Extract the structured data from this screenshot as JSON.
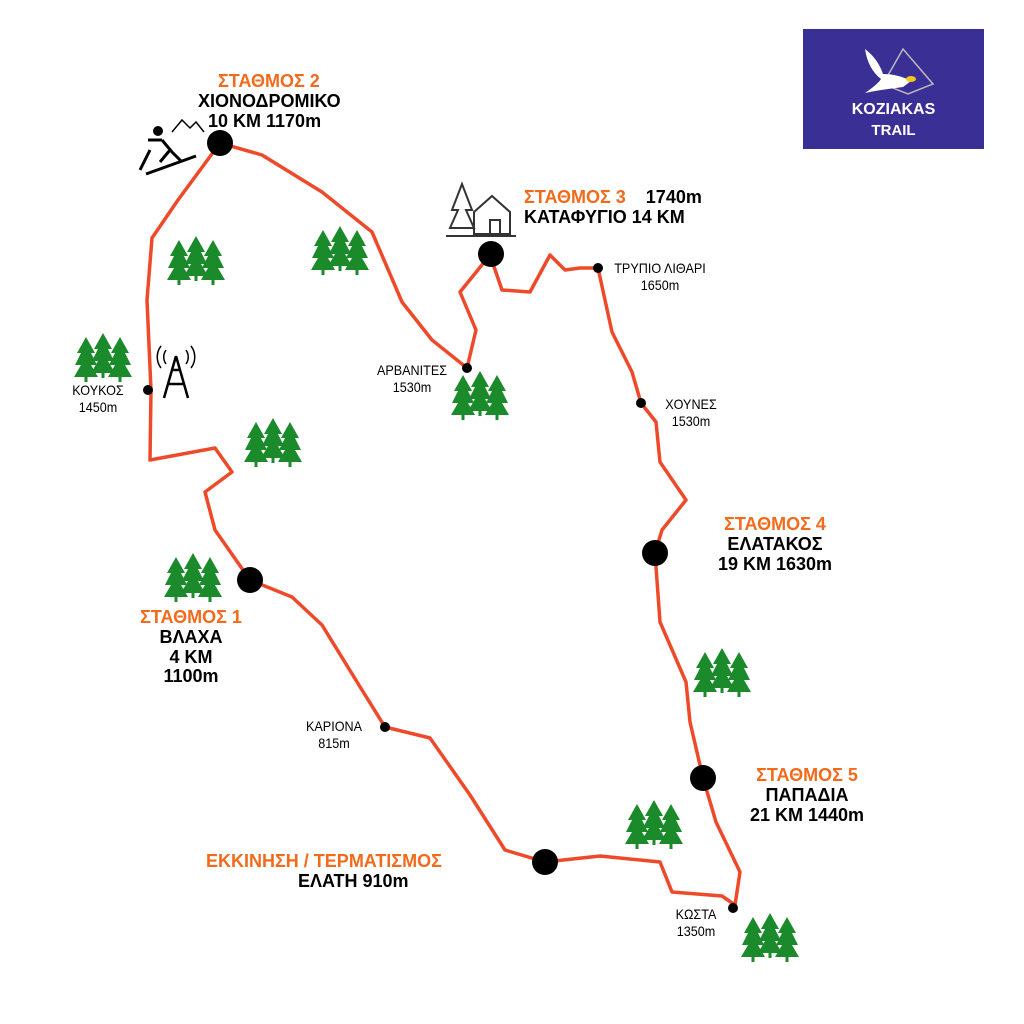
{
  "logo": {
    "name": "KOZIAKAS TRAIL",
    "line1": "KOZIAKAS",
    "line2": "TRAIL",
    "bg_color": "#3a2f95"
  },
  "colors": {
    "trail": "#ee4a2a",
    "station_title": "#f26a1b"
  },
  "stations": [
    {
      "title": "ΣΤΑΘΜΟΣ 1",
      "lines": [
        "ΒΛΑΧΑ",
        "4 ΚΜ",
        "1100m"
      ]
    },
    {
      "title": "ΣΤΑΘΜΟΣ 2",
      "lines": [
        "ΧΙΟΝΟΔΡΟΜΙΚΟ",
        "10 ΚΜ  1170m"
      ]
    },
    {
      "title": "ΣΤΑΘΜΟΣ 3",
      "extra": "1740m",
      "lines": [
        "ΚΑΤΑΦΥΓΙΟ 14 ΚΜ"
      ]
    },
    {
      "title": "ΣΤΑΘΜΟΣ 4",
      "lines": [
        "ΕΛΑΤΑΚΟΣ",
        "19 ΚΜ 1630m"
      ]
    },
    {
      "title": "ΣΤΑΘΜΟΣ 5",
      "lines": [
        "ΠΑΠΑΔΙΑ",
        "21 ΚΜ 1440m"
      ]
    },
    {
      "title": "ΕΚΚΙΝΗΣΗ / ΤΕΡΜΑΤΙΣΜΟΣ",
      "lines": [
        "ΕΛΑΤΗ  910m"
      ]
    }
  ],
  "waypoints": [
    {
      "name": "ΚΟΥΚΟΣ",
      "alt": "1450m"
    },
    {
      "name": "ΑΡΒΑΝΙΤΕΣ",
      "alt": "1530m"
    },
    {
      "name": "ΤΡΥΠΙΟ ΛΙΘΑΡΙ",
      "alt": "1650m"
    },
    {
      "name": "ΧΟΥΝΕΣ",
      "alt": "1530m"
    },
    {
      "name": "ΚΑΡΙΟΝΑ",
      "alt": "815m"
    },
    {
      "name": "ΚΩΣΤΑ",
      "alt": "1350m"
    }
  ],
  "icons": [
    "skier-icon",
    "mountain-icon",
    "cabin-icon",
    "antenna-tower-icon",
    "pine-trees-icon"
  ]
}
